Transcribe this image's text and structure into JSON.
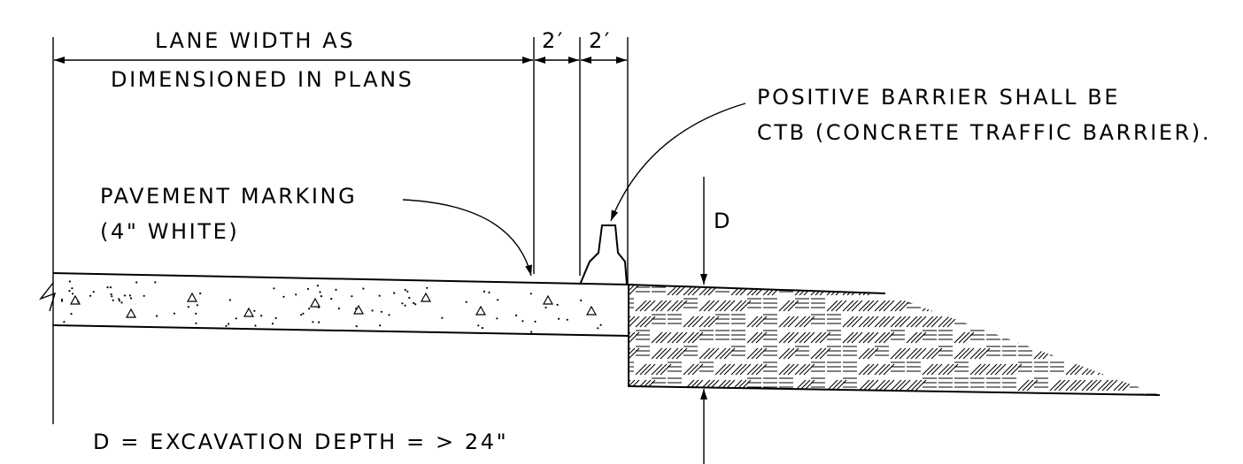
{
  "labels": {
    "lane_width_line1": "LANE WIDTH AS",
    "lane_width_line2": "DIMENSIONED IN PLANS",
    "offset_1": "2′",
    "offset_2": "2′",
    "barrier_note_line1": "POSITIVE BARRIER SHALL BE",
    "barrier_note_line2": "CTB (CONCRETE TRAFFIC BARRIER).",
    "marking_line1": "PAVEMENT MARKING",
    "marking_line2": "(4\" WHITE)",
    "depth_symbol": "D",
    "excavation_note": "D = EXCAVATION DEPTH = > 24\""
  }
}
